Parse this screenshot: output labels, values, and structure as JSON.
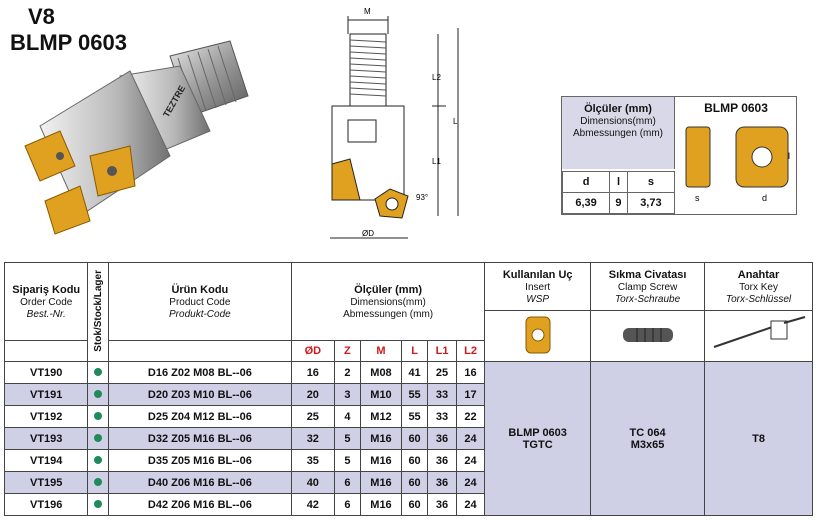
{
  "title": {
    "line1": "V8",
    "line2": "BLMP 0603"
  },
  "drawing": {
    "label_m": "M",
    "label_l2": "L2",
    "label_l": "L",
    "label_l1": "L1",
    "label_angle": "93°",
    "label_od": "ØD",
    "brand": "TEZTRE"
  },
  "spec_panel": {
    "hdr_bold": "Ölçüler (mm)",
    "hdr_en": "Dimensions(mm)",
    "hdr_de": "Abmessungen (mm)",
    "product": "BLMP 0603",
    "cols": [
      "d",
      "l",
      "s"
    ],
    "values": [
      "6,39",
      "9",
      "3,73"
    ],
    "draw_labels": {
      "s": "s",
      "d": "d",
      "l": "l"
    }
  },
  "table": {
    "col_order": {
      "tr": "Sipariş Kodu",
      "en": "Order Code",
      "de": "Best.-Nr."
    },
    "col_stock": "Stok/Stock/Lager",
    "col_product": {
      "tr": "Ürün Kodu",
      "en": "Product Code",
      "de": "Produkt-Code"
    },
    "col_dims": {
      "tr": "Ölçüler (mm)",
      "en": "Dimensions(mm)",
      "de": "Abmessungen (mm)"
    },
    "col_insert": {
      "tr": "Kullanılan Uç",
      "en": "Insert",
      "de": "WSP"
    },
    "col_screw": {
      "tr": "Sıkma Civatası",
      "en": "Clamp Screw",
      "de": "Torx-Schraube"
    },
    "col_key": {
      "tr": "Anahtar",
      "en": "Torx Key",
      "de": "Torx-Schlüssel"
    },
    "dim_headers": [
      "ØD",
      "Z",
      "M",
      "L",
      "L1",
      "L2"
    ],
    "rows": [
      {
        "code": "VT190",
        "product": "D16 Z02 M08 BL--06",
        "d": "16",
        "z": "2",
        "m": "M08",
        "l": "41",
        "l1": "25",
        "l2": "16"
      },
      {
        "code": "VT191",
        "product": "D20 Z03 M10 BL--06",
        "d": "20",
        "z": "3",
        "m": "M10",
        "l": "55",
        "l1": "33",
        "l2": "17"
      },
      {
        "code": "VT192",
        "product": "D25 Z04 M12 BL--06",
        "d": "25",
        "z": "4",
        "m": "M12",
        "l": "55",
        "l1": "33",
        "l2": "22"
      },
      {
        "code": "VT193",
        "product": "D32 Z05 M16 BL--06",
        "d": "32",
        "z": "5",
        "m": "M16",
        "l": "60",
        "l1": "36",
        "l2": "24"
      },
      {
        "code": "VT194",
        "product": "D35 Z05 M16 BL--06",
        "d": "35",
        "z": "5",
        "m": "M16",
        "l": "60",
        "l1": "36",
        "l2": "24"
      },
      {
        "code": "VT195",
        "product": "D40 Z06 M16 BL--06",
        "d": "40",
        "z": "6",
        "m": "M16",
        "l": "60",
        "l1": "36",
        "l2": "24"
      },
      {
        "code": "VT196",
        "product": "D42 Z06 M16 BL--06",
        "d": "42",
        "z": "6",
        "m": "M16",
        "l": "60",
        "l1": "36",
        "l2": "24"
      }
    ],
    "insert_value": {
      "l1": "BLMP 0603",
      "l2": "TGTC"
    },
    "screw_value": {
      "l1": "TC 064",
      "l2": "M3x65"
    },
    "key_value": "T8",
    "colors": {
      "accent_red": "#d21a1a",
      "shade": "#cfcfe6",
      "stock_dot": "#1f8a5a",
      "insert_gold": "#e0a020"
    }
  }
}
